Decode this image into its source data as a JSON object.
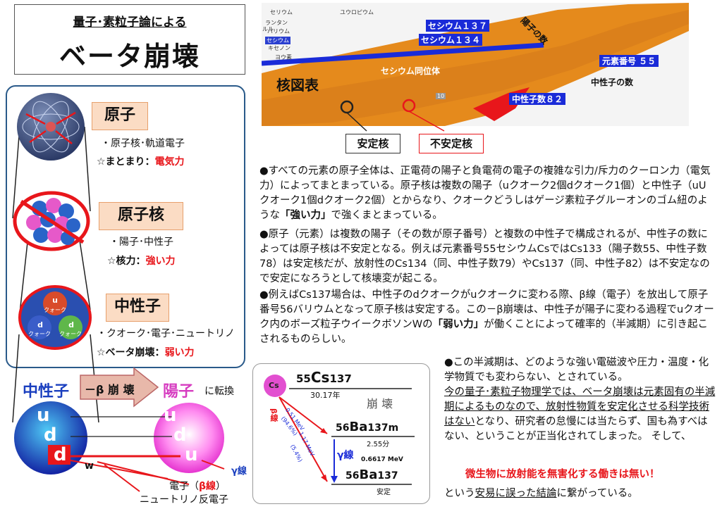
{
  "title": {
    "sub": "量子･素粒子論による",
    "main": "ベータ崩壊"
  },
  "atom": {
    "label": "原子",
    "desc": "・原子核･軌道電子",
    "star": "☆まとまり：",
    "force": "電気力"
  },
  "nucleus": {
    "label": "原子核",
    "desc": "・陽子･中性子",
    "star": "☆核力：",
    "force": "強い力"
  },
  "neutron": {
    "label": "中性子",
    "desc": "・クオーク･電子･ニュートリノ",
    "star": "☆ベータ崩壊：",
    "force": "弱い力",
    "quarks": [
      {
        "letter": "u",
        "name": "クォーク"
      },
      {
        "letter": "d",
        "name": "クォーク"
      },
      {
        "letter": "d",
        "name": "クォーク"
      }
    ]
  },
  "chart_table": {
    "elements": [
      "セリウム",
      "ランタン",
      "バリウム",
      "セシウム",
      "キセノン",
      "ヨウ素",
      "ユウロピウム"
    ],
    "ell_left": "ルル",
    "cs137": "セシウム１３７",
    "cs134": "セシウム１３４",
    "proton_axis": "陽子の数",
    "element_no": "元素番号 ５５",
    "isotopes": "セシウム同位体",
    "nuclide_chart": "核図表",
    "neutron_axis": "中性子の数",
    "neutron82": "中性子数８２",
    "tag10": "10",
    "stable": "安定核",
    "unstable": "不安定核"
  },
  "decay_row": {
    "neutron": "中性子",
    "arrow": "－β 崩 壊",
    "proton": "陽子",
    "suffix": "に転換",
    "left_quarks": [
      "u",
      "d",
      "d"
    ],
    "right_quarks": [
      "u",
      "d",
      "u"
    ],
    "w": "w",
    "gamma": "γ線",
    "electron": "電子（",
    "beta": "β線",
    "electron_close": "）",
    "antineutrino": "ニュートリノ反電子"
  },
  "decay_scheme": {
    "cs": "Cs",
    "cs_label_pre": "55",
    "cs_label_sym": "Cs",
    "cs_label_mass": "137",
    "halflife": "30.17年",
    "collapse": "崩 壊",
    "e1": "0.51 MeV",
    "p1": "(94.6%)",
    "e2": "1.17 MeV",
    "p2": "(5.4%)",
    "beta_ray": "β線",
    "ba_m_pre": "56",
    "ba_m_sym": "Ba",
    "ba_m_mass": "137m",
    "ba_m_time": "2.55分",
    "gamma": "γ線",
    "gamma_e": "0.6617 MeV",
    "ba_pre": "56",
    "ba_sym": "Ba",
    "ba_mass": "137",
    "stable": "安定"
  },
  "text": {
    "p1a": "●すべての元素の原子全体は、正電荷の陽子と負電荷の電子の複雑な引力/斥力のクーロン力（電気力）によってまとまっている。原子核は複数の陽子（uクオーク2個dクオーク1個）と中性子（uUクオーク1個dクオーク2個）とからなり、クオークどうしはゲージ素粒子グルーオンのゴム紐のような",
    "p1b": "「強い力」",
    "p1c": "で強くまとまっている。",
    "p2": "●原子（元素）は複数の陽子（その数が原子番号）と複数の中性子で構成されるが、中性子の数によっては原子核は不安定となる。例えば元素番号55セシウムCsではCs133（陽子数55、中性子数78）は安定核だが、放射性のCs134（同、中性子数79）やCs137（同、中性子82）は不安定なので安定になろうとして核壊変が起こる。",
    "p3a": "●例えばCs137場合は、中性子のdクオークがuクオークに変わる際、β線（電子）を放出して原子番号56バリウムとなって原子核は安定する。この－β崩壊は、中性子が陽子に変わる過程でuクオーク内のボーズ粒子ウイークボソンWの",
    "p3b": "「弱い力」",
    "p3c": "が働くことによって確率的（半減期）に引き起こされるものらしい。",
    "p4a": "●この半減期は、どのような強い電磁波や圧力・温度・化学物質でも変わらない、とされている。",
    "p4b": "今の量子･素粒子物理学では、ベータ崩壊は元素固有の半減期によるものなので、放射性物質を安定化させる科学技術はない",
    "p4c": "となり、研究者の怠慢には当たらず、国も為すべはない、ということが正当化されてしまった。 そして、",
    "red": "微生物に放射能を無害化する働きは無い！",
    "last_a": "という",
    "last_b": "安易に誤った結論",
    "last_c": "に繋がっている。"
  }
}
